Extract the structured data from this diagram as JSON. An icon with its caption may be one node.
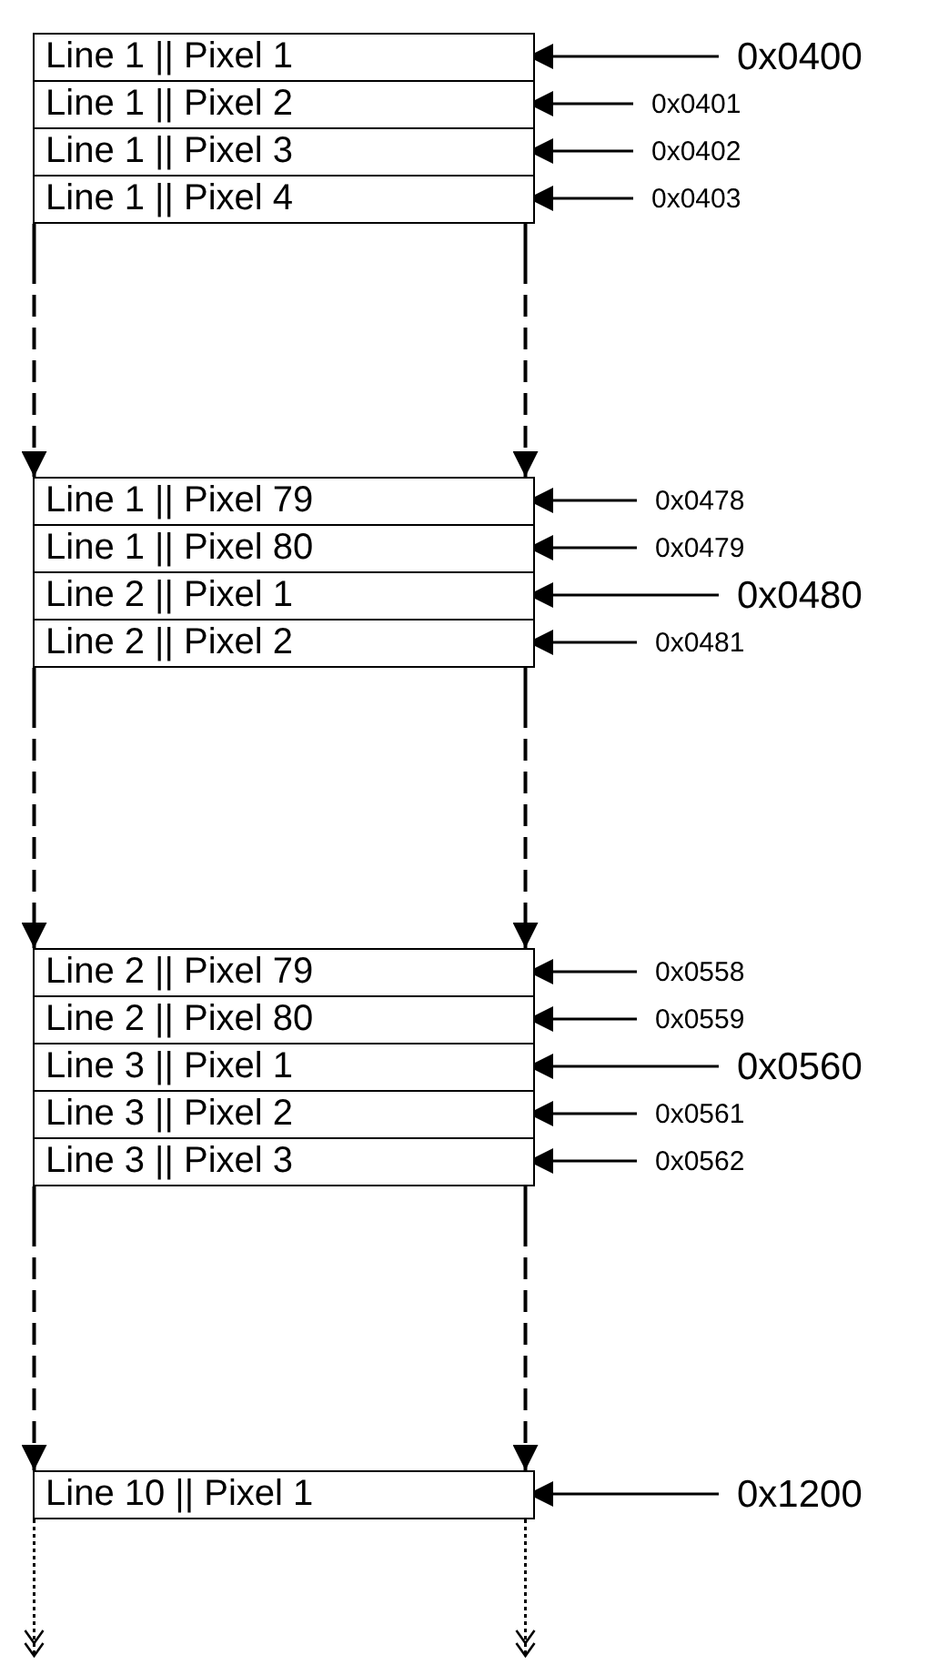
{
  "diagram": {
    "nodes": [
      {
        "text": [
          "Line 1 || Pixel 1"
        ]
      },
      {
        "text": [
          "Line 1 || Pixel 2"
        ]
      },
      {
        "text": [
          "Line 1 || Pixel 3"
        ]
      },
      {
        "text": [
          "Line 1 || Pixel 4"
        ]
      },
      {
        "text": [
          "Line 1 || Pixel 79"
        ]
      },
      {
        "text": [
          "Line 1 || Pixel 80"
        ]
      },
      {
        "text": [
          "Line 2 || Pixel 1"
        ]
      },
      {
        "text": [
          "Line 2 || Pixel 2"
        ]
      },
      {
        "text": [
          "Line 2 || Pixel 79"
        ]
      },
      {
        "text": [
          "Line 2 || Pixel 80"
        ]
      },
      {
        "text": [
          "Line 3 || Pixel 1"
        ]
      },
      {
        "text": [
          "Line 3 || Pixel 2"
        ]
      },
      {
        "text": [
          "Line 3 || Pixel 3"
        ]
      },
      {
        "text": [
          "Line 10 || Pixel 1"
        ]
      },
      {
        "text": [
          "0x0400"
        ]
      },
      {
        "text": [
          "0x0401"
        ]
      },
      {
        "text": [
          "0x0402"
        ]
      },
      {
        "text": [
          "0x0403"
        ]
      },
      {
        "text": [
          "0x0478"
        ]
      },
      {
        "text": [
          "0x0479"
        ]
      },
      {
        "text": [
          "0x0480"
        ]
      },
      {
        "text": [
          "0x0481"
        ]
      },
      {
        "text": [
          "0x0558"
        ]
      },
      {
        "text": [
          "0x0559"
        ]
      },
      {
        "text": [
          "0x0560"
        ]
      },
      {
        "text": [
          "0x0561"
        ]
      },
      {
        "text": [
          "0x0562"
        ]
      },
      {
        "text": [
          "0x1200"
        ]
      }
    ],
    "edges": [
      {
        "from": 14,
        "to": 0,
        "arrow": "to"
      },
      {
        "from": 15,
        "to": 1,
        "arrow": "to"
      },
      {
        "from": 16,
        "to": 2,
        "arrow": "to"
      },
      {
        "from": 17,
        "to": 3,
        "arrow": "to"
      },
      {
        "from": 18,
        "to": 4,
        "arrow": "to"
      },
      {
        "from": 19,
        "to": 5,
        "arrow": "to"
      },
      {
        "from": 20,
        "to": 6,
        "arrow": "to"
      },
      {
        "from": 21,
        "to": 7,
        "arrow": "to"
      },
      {
        "from": 22,
        "to": 8,
        "arrow": "to"
      },
      {
        "from": 23,
        "to": 9,
        "arrow": "to"
      },
      {
        "from": 24,
        "to": 10,
        "arrow": "to"
      },
      {
        "from": 25,
        "to": 11,
        "arrow": "to"
      },
      {
        "from": 26,
        "to": 12,
        "arrow": "to"
      },
      {
        "from": 27,
        "to": 13,
        "arrow": "to"
      },
      {
        "from": 3,
        "to": 4,
        "arrow": "to",
        "style": "dashed"
      },
      {
        "from": 3,
        "to": 4,
        "arrow": "to",
        "style": "dashed"
      },
      {
        "from": 7,
        "to": 8,
        "arrow": "to",
        "style": "dashed"
      },
      {
        "from": 7,
        "to": 8,
        "arrow": "to",
        "style": "dashed"
      },
      {
        "from": 12,
        "to": 13,
        "arrow": "to",
        "style": "dashed"
      },
      {
        "from": 12,
        "to": 13,
        "arrow": "to",
        "style": "dashed"
      },
      {
        "from": 13,
        "to": null,
        "arrow": "to",
        "style": "dashed"
      },
      {
        "from": 13,
        "to": null,
        "arrow": "to",
        "style": "dashed"
      }
    ]
  }
}
